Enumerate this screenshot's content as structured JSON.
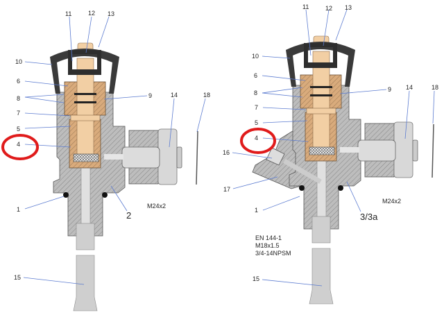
{
  "colors": {
    "body": "#b8b8b8",
    "brass": "#e8c7a0",
    "knob": "#3a3a3a",
    "leader": "#5b7bd0",
    "highlight": "#e01b1b"
  },
  "left_valve": {
    "labels": {
      "n11": "11",
      "n12": "12",
      "n13": "13",
      "n10": "10",
      "n6": "6",
      "n8": "8",
      "n9": "9",
      "n14": "14",
      "n18": "18",
      "n7": "7",
      "n5": "5",
      "n4": "4",
      "n1": "1",
      "n15": "15"
    },
    "body_number": "2",
    "thread": "M24x2"
  },
  "right_valve": {
    "labels": {
      "n11": "11",
      "n12": "12",
      "n13": "13",
      "n10": "10",
      "n6": "6",
      "n8": "8",
      "n9": "9",
      "n14": "14",
      "n18": "18",
      "n7": "7",
      "n5": "5",
      "n4": "4",
      "n16": "16",
      "n17": "17",
      "n1": "1",
      "n15": "15"
    },
    "body_number": "3/3a",
    "thread": "M24x2",
    "specs": [
      "EN 144-1",
      "M18x1.5",
      "3/4-14NPSM"
    ]
  }
}
